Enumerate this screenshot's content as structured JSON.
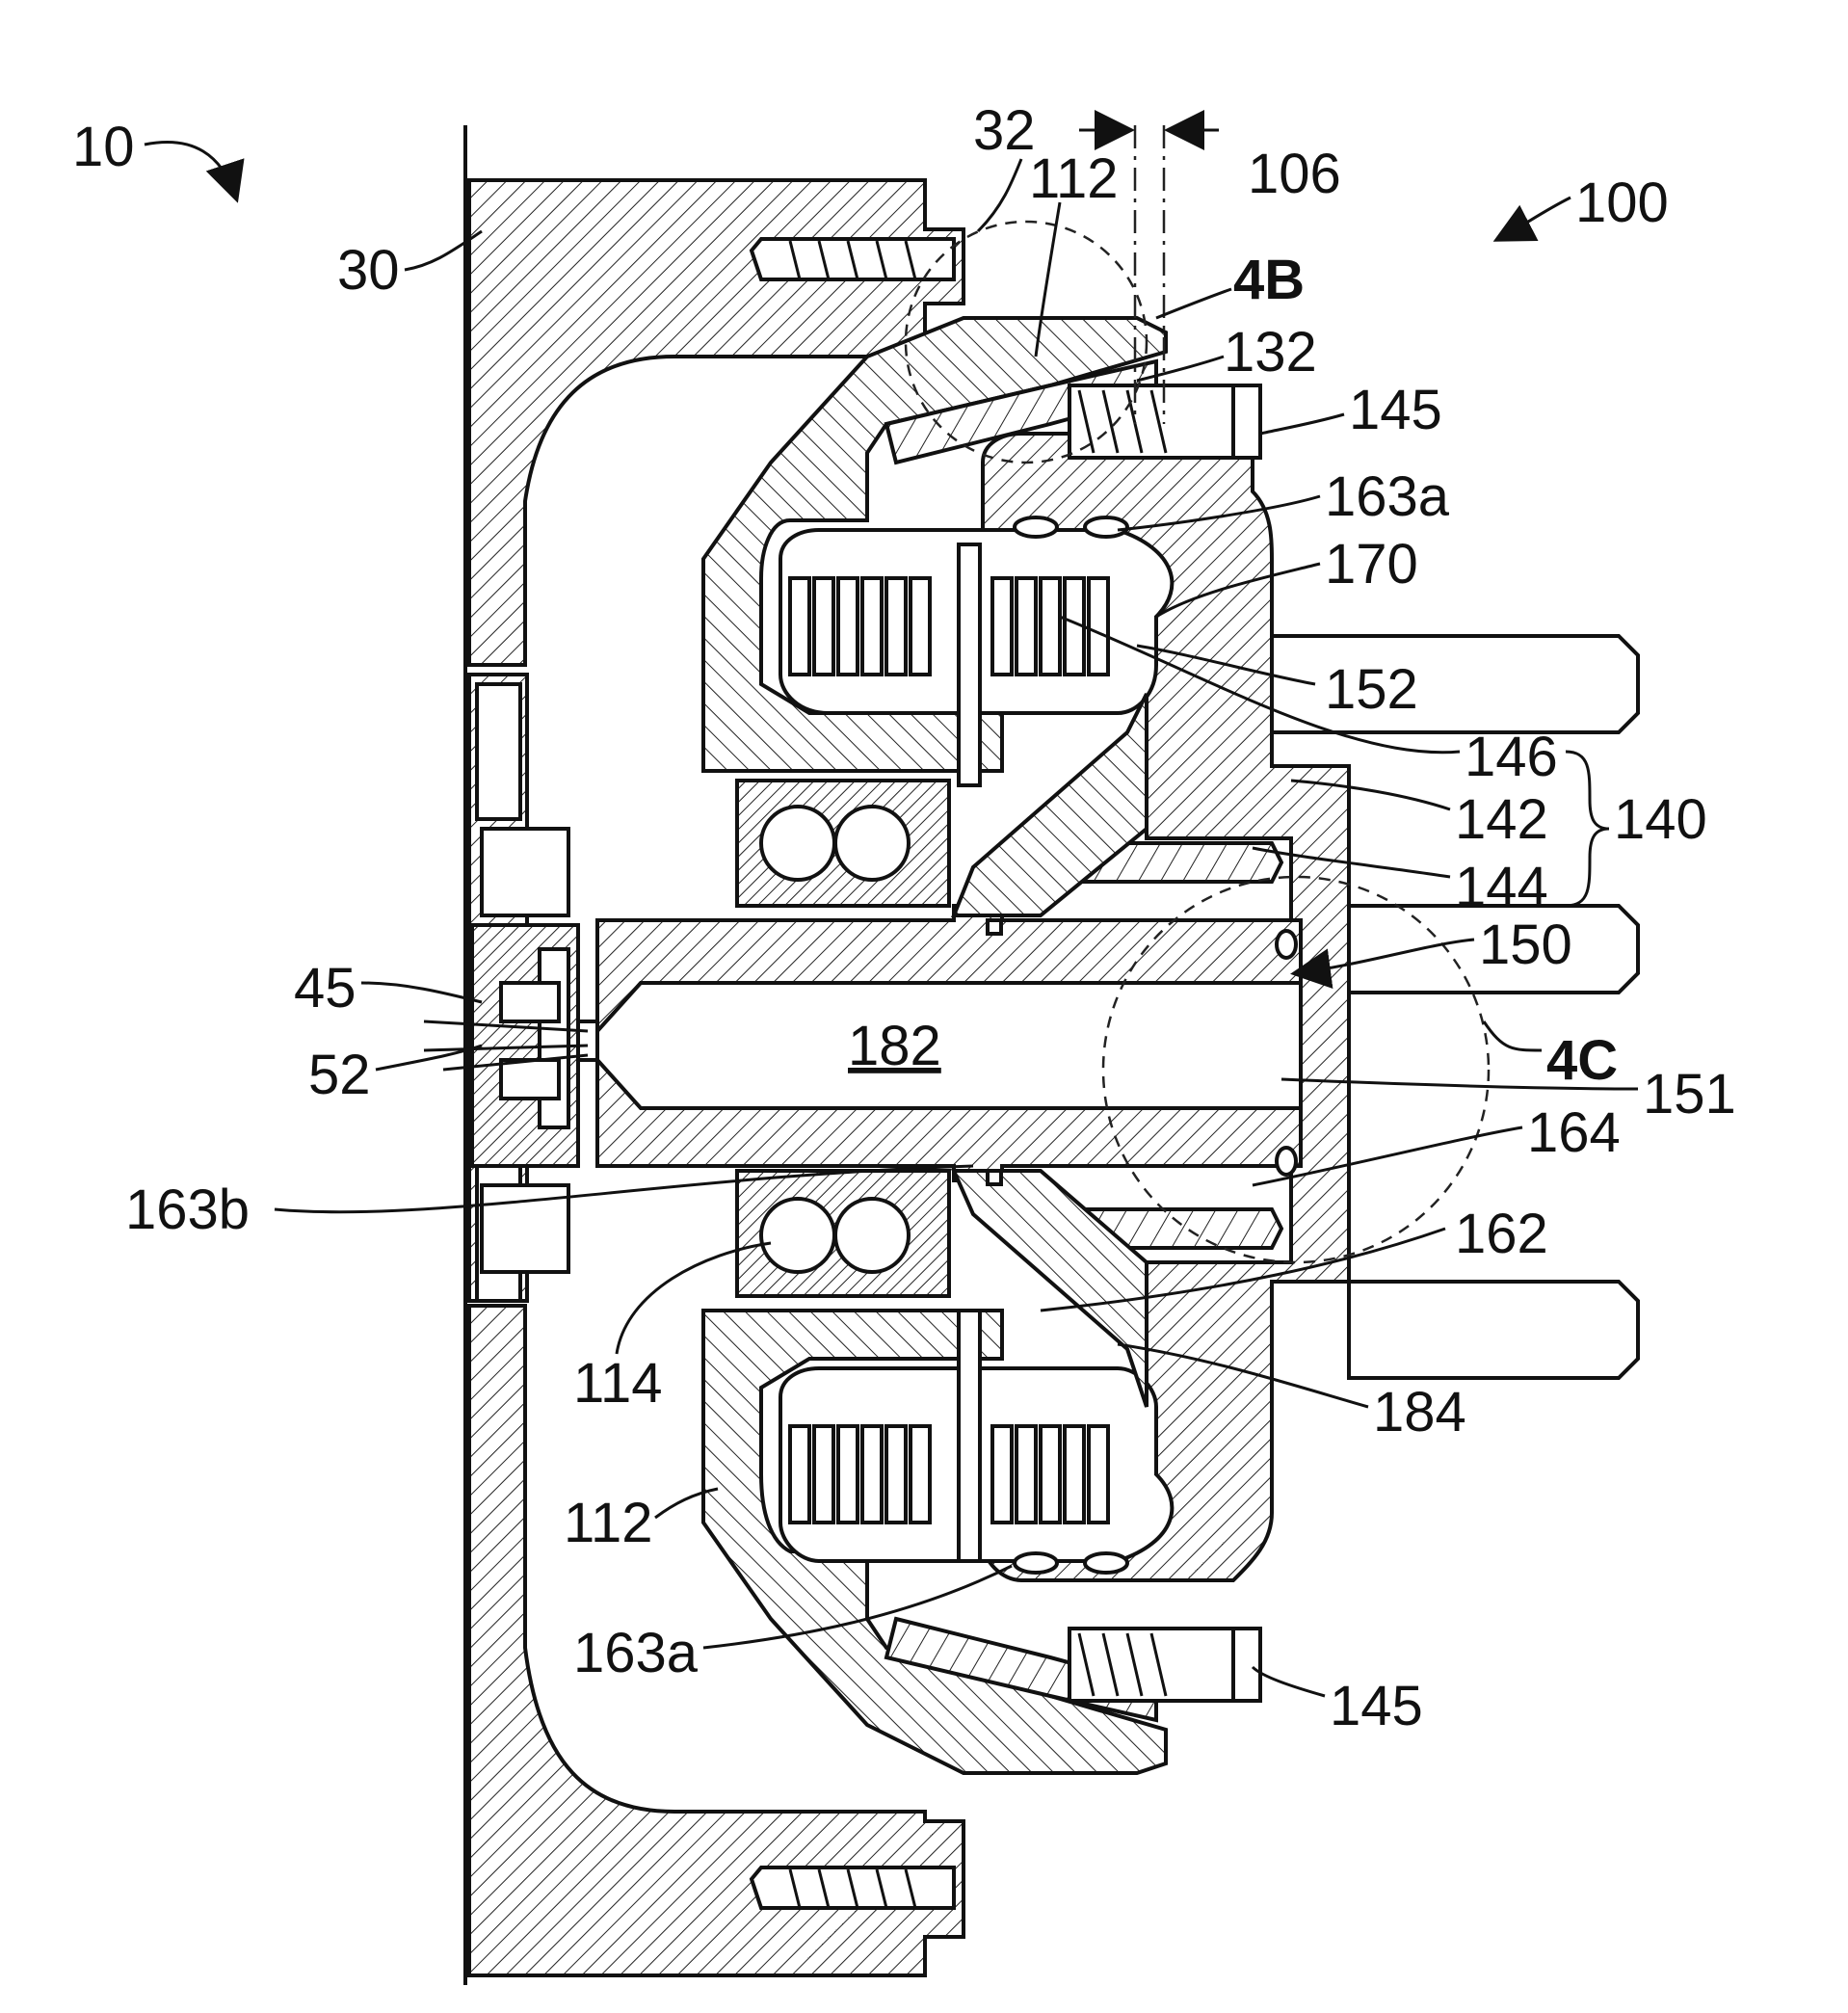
{
  "figure": {
    "labels": {
      "assembly_10": "10",
      "assembly_100": "100",
      "part_30": "30",
      "part_32": "32",
      "part_112_top": "112",
      "gap_106": "106",
      "detail_4B": "4B",
      "part_132": "132",
      "part_145_top": "145",
      "part_163a_top": "163a",
      "part_170": "170",
      "part_152": "152",
      "part_146": "146",
      "part_142": "142",
      "group_140": "140",
      "part_144": "144",
      "part_150": "150",
      "part_45": "45",
      "part_52": "52",
      "part_182": "182",
      "detail_4C": "4C",
      "part_151": "151",
      "part_164": "164",
      "part_163b": "163b",
      "part_162": "162",
      "part_114": "114",
      "part_184": "184",
      "part_112_bottom": "112",
      "part_163a_bottom": "163a",
      "part_145_bottom": "145"
    }
  }
}
